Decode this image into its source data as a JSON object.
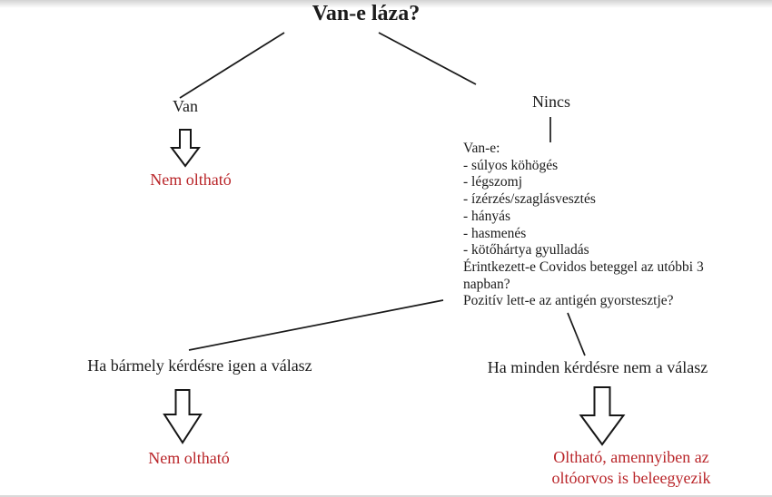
{
  "colors": {
    "background": "#ffffff",
    "text": "#1c1c1c",
    "outcome_red": "#b92529",
    "connector_line": "#1a1a1a",
    "arrow_fill": "#ffffff",
    "arrow_outline": "#161616"
  },
  "flowchart": {
    "title": "Van-e láza?",
    "left_branch": {
      "label": "Van",
      "outcome": "Nem oltható"
    },
    "right_branch": {
      "label": "Nincs",
      "questions_header": "Van-e:",
      "symptoms": [
        "- súlyos köhögés",
        "- légszomj",
        "- ízérzés/szaglásvesztés",
        "- hányás",
        "- hasmenés",
        "- kötőhártya gyulladás"
      ],
      "contact_question_line1": "Érintkezett-e Covidos beteggel az utóbbi 3",
      "contact_question_line2": "napban?",
      "antigen_question": "Pozitív lett-e az antigén gyorstesztje?"
    },
    "bottom_left": {
      "condition": "Ha bármely kérdésre igen a válasz",
      "outcome": "Nem oltható"
    },
    "bottom_right": {
      "condition": "Ha minden kérdésre nem a válasz",
      "outcome_line1": "Oltható, amennyiben az",
      "outcome_line2": "oltóorvos is beleegyezik"
    }
  }
}
